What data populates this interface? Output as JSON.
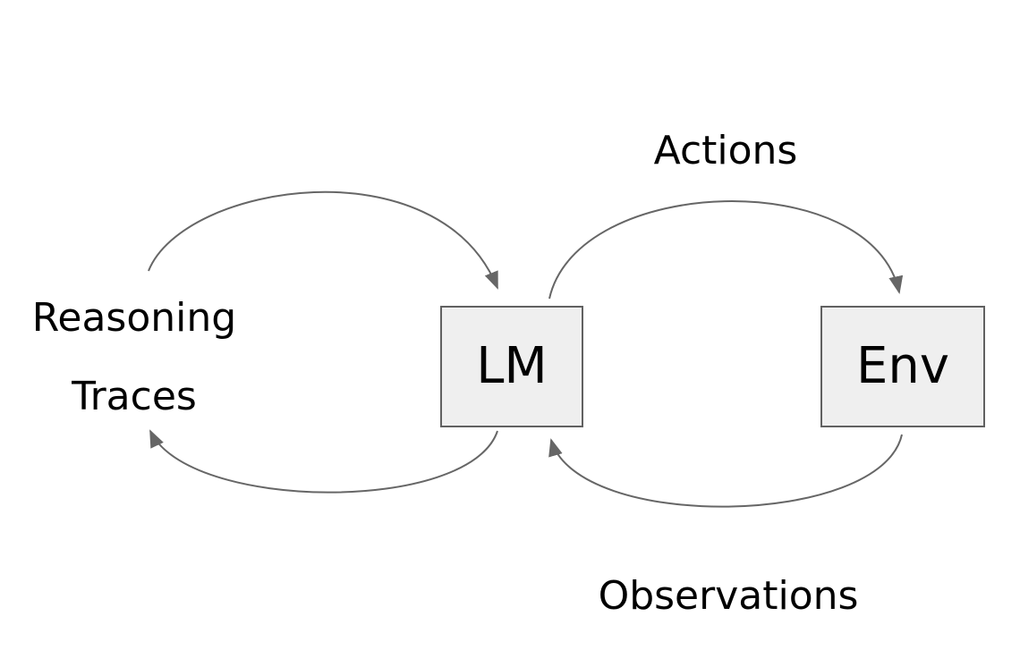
{
  "colors": {
    "background": "#ffffff",
    "edge": "#666666",
    "box_fill": "#efefef",
    "box_border": "#616161",
    "text": "#000000"
  },
  "nodes": {
    "lm": {
      "label": "LM"
    },
    "env": {
      "label": "Env"
    }
  },
  "labels": {
    "actions": "Actions",
    "observations": "Observations",
    "reasoning_line1": "Reasoning",
    "reasoning_line2": "Traces"
  },
  "edges": [
    {
      "name": "reasoning-traces-to-lm",
      "from": "reasoning-traces",
      "to": "lm"
    },
    {
      "name": "lm-to-env",
      "from": "lm",
      "to": "env",
      "label": "Actions"
    },
    {
      "name": "env-to-lm",
      "from": "env",
      "to": "lm",
      "label": "Observations"
    },
    {
      "name": "lm-to-reasoning-traces",
      "from": "lm",
      "to": "reasoning-traces"
    }
  ]
}
